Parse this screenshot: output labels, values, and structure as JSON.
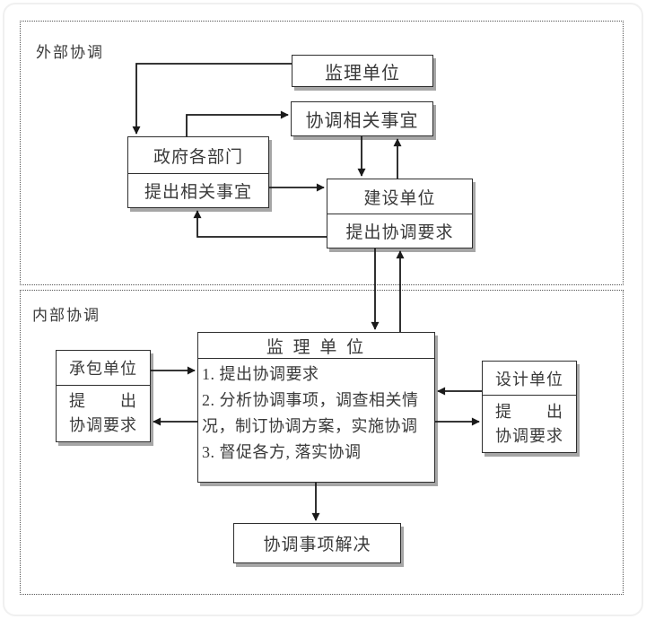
{
  "sections": {
    "external": {
      "label": "外部协调"
    },
    "internal": {
      "label": "内部协调"
    }
  },
  "nodes": {
    "supervisor_top": {
      "label": "监理单位"
    },
    "related_matters": {
      "label": "协调相关事宜"
    },
    "government": {
      "title": "政府各部门",
      "sub": "提出相关事宜"
    },
    "construction": {
      "title": "建设单位",
      "sub": "提出协调要求"
    },
    "contractor": {
      "title": "承包单位",
      "sub_line1": "提　　出",
      "sub_line2": "协调要求"
    },
    "supervisor_central": {
      "title": "监 理 单 位",
      "items": [
        "1. 提出协调要求",
        "2. 分析协调事项，调查相关情况，制订协调方案，实施协调",
        "3. 督促各方, 落实协调"
      ]
    },
    "designer": {
      "title": "设计单位",
      "sub_line1": "提　　出",
      "sub_line2": "协调要求"
    },
    "resolved": {
      "label": "协调事项解决"
    }
  },
  "colors": {
    "box_border": "#2e2e2e",
    "box_shadow": "#a6a6a6",
    "wire": "#1a1a1a",
    "dotted_border": "#555555",
    "text": "#3a3a3a"
  }
}
